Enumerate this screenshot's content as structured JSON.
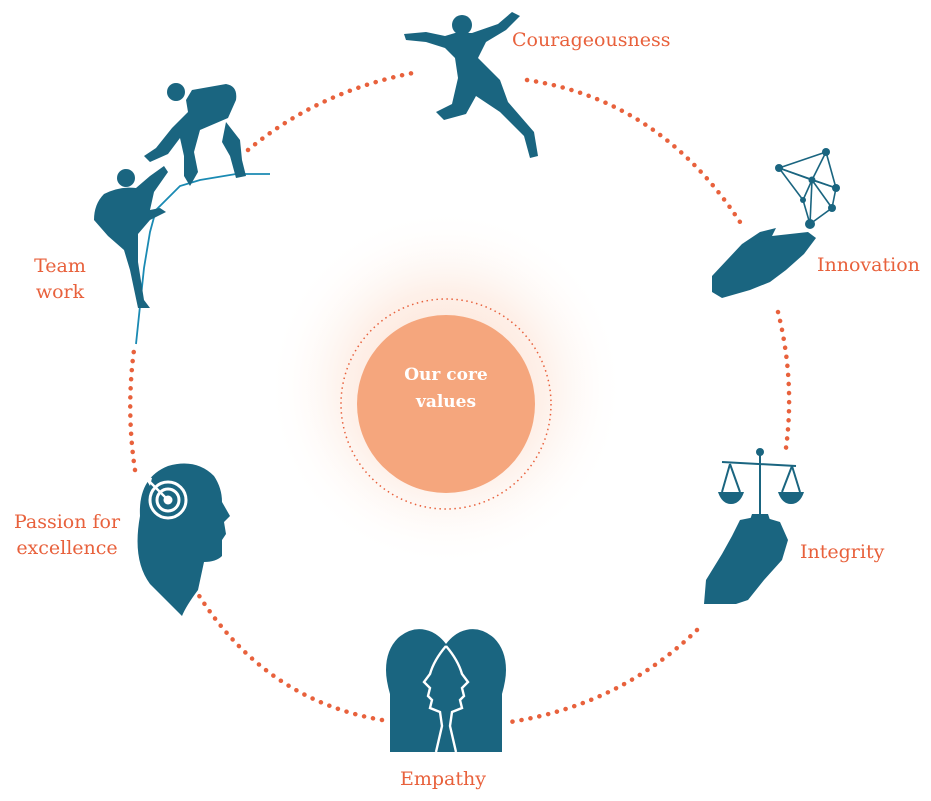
{
  "diagram": {
    "center": {
      "line1": "Our core",
      "line2": "values"
    },
    "values": [
      {
        "id": "courageousness",
        "label": "Courageousness",
        "icon": "jumping-person-icon"
      },
      {
        "id": "innovation",
        "label": "Innovation",
        "icon": "hand-holding-network-icon"
      },
      {
        "id": "integrity",
        "label": "Integrity",
        "icon": "hand-holding-scales-icon"
      },
      {
        "id": "empathy",
        "label": "Empathy",
        "icon": "two-faces-icon"
      },
      {
        "id": "passion",
        "label_line1": "Passion for",
        "label_line2": "excellence",
        "icon": "head-with-target-icon"
      },
      {
        "id": "teamwork",
        "label_line1": "Team",
        "label_line2": "work",
        "icon": "climbers-helping-icon"
      }
    ],
    "colors": {
      "accent": "#e8613c",
      "icon": "#1a6580",
      "center": "#f5a67d",
      "glow": "#fde4d6"
    }
  }
}
